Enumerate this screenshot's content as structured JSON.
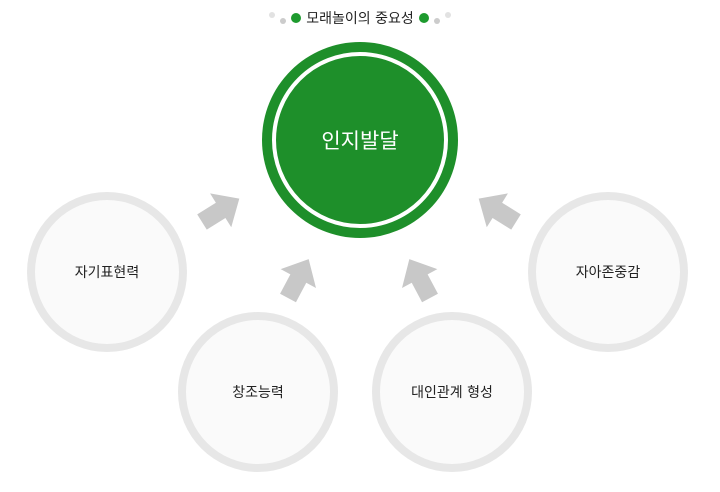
{
  "title": "모래놀이의 중요성",
  "center": "인지발달",
  "nodes": [
    "자기표현력",
    "창조능력",
    "대인관계 형성",
    "자아존중감"
  ],
  "colors": {
    "green": "#1e8f2a",
    "arrow": "#c8c8c8",
    "ring": "#e7e7e7"
  }
}
